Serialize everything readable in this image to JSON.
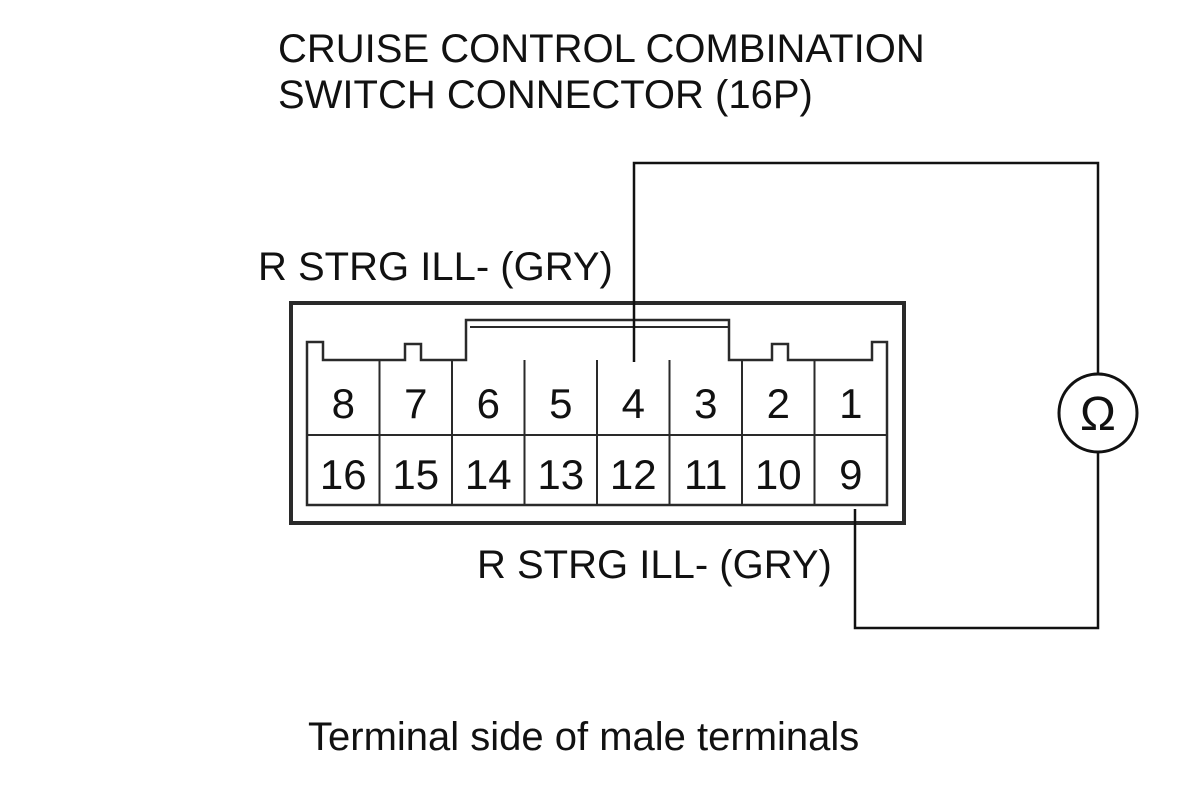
{
  "title_line1": "CRUISE CONTROL COMBINATION",
  "title_line2": "SWITCH CONNECTOR (16P)",
  "label_top": "R STRG ILL- (GRY)",
  "label_bottom": "R STRG ILL- (GRY)",
  "caption": "Terminal side of male terminals",
  "meter_symbol": "Ω",
  "meter_icon": "ohmmeter-icon",
  "probe_pins": [
    "4",
    "9"
  ],
  "connector": {
    "top_row": [
      "8",
      "7",
      "6",
      "5",
      "4",
      "3",
      "2",
      "1"
    ],
    "bottom_row": [
      "16",
      "15",
      "14",
      "13",
      "12",
      "11",
      "10",
      "9"
    ]
  }
}
